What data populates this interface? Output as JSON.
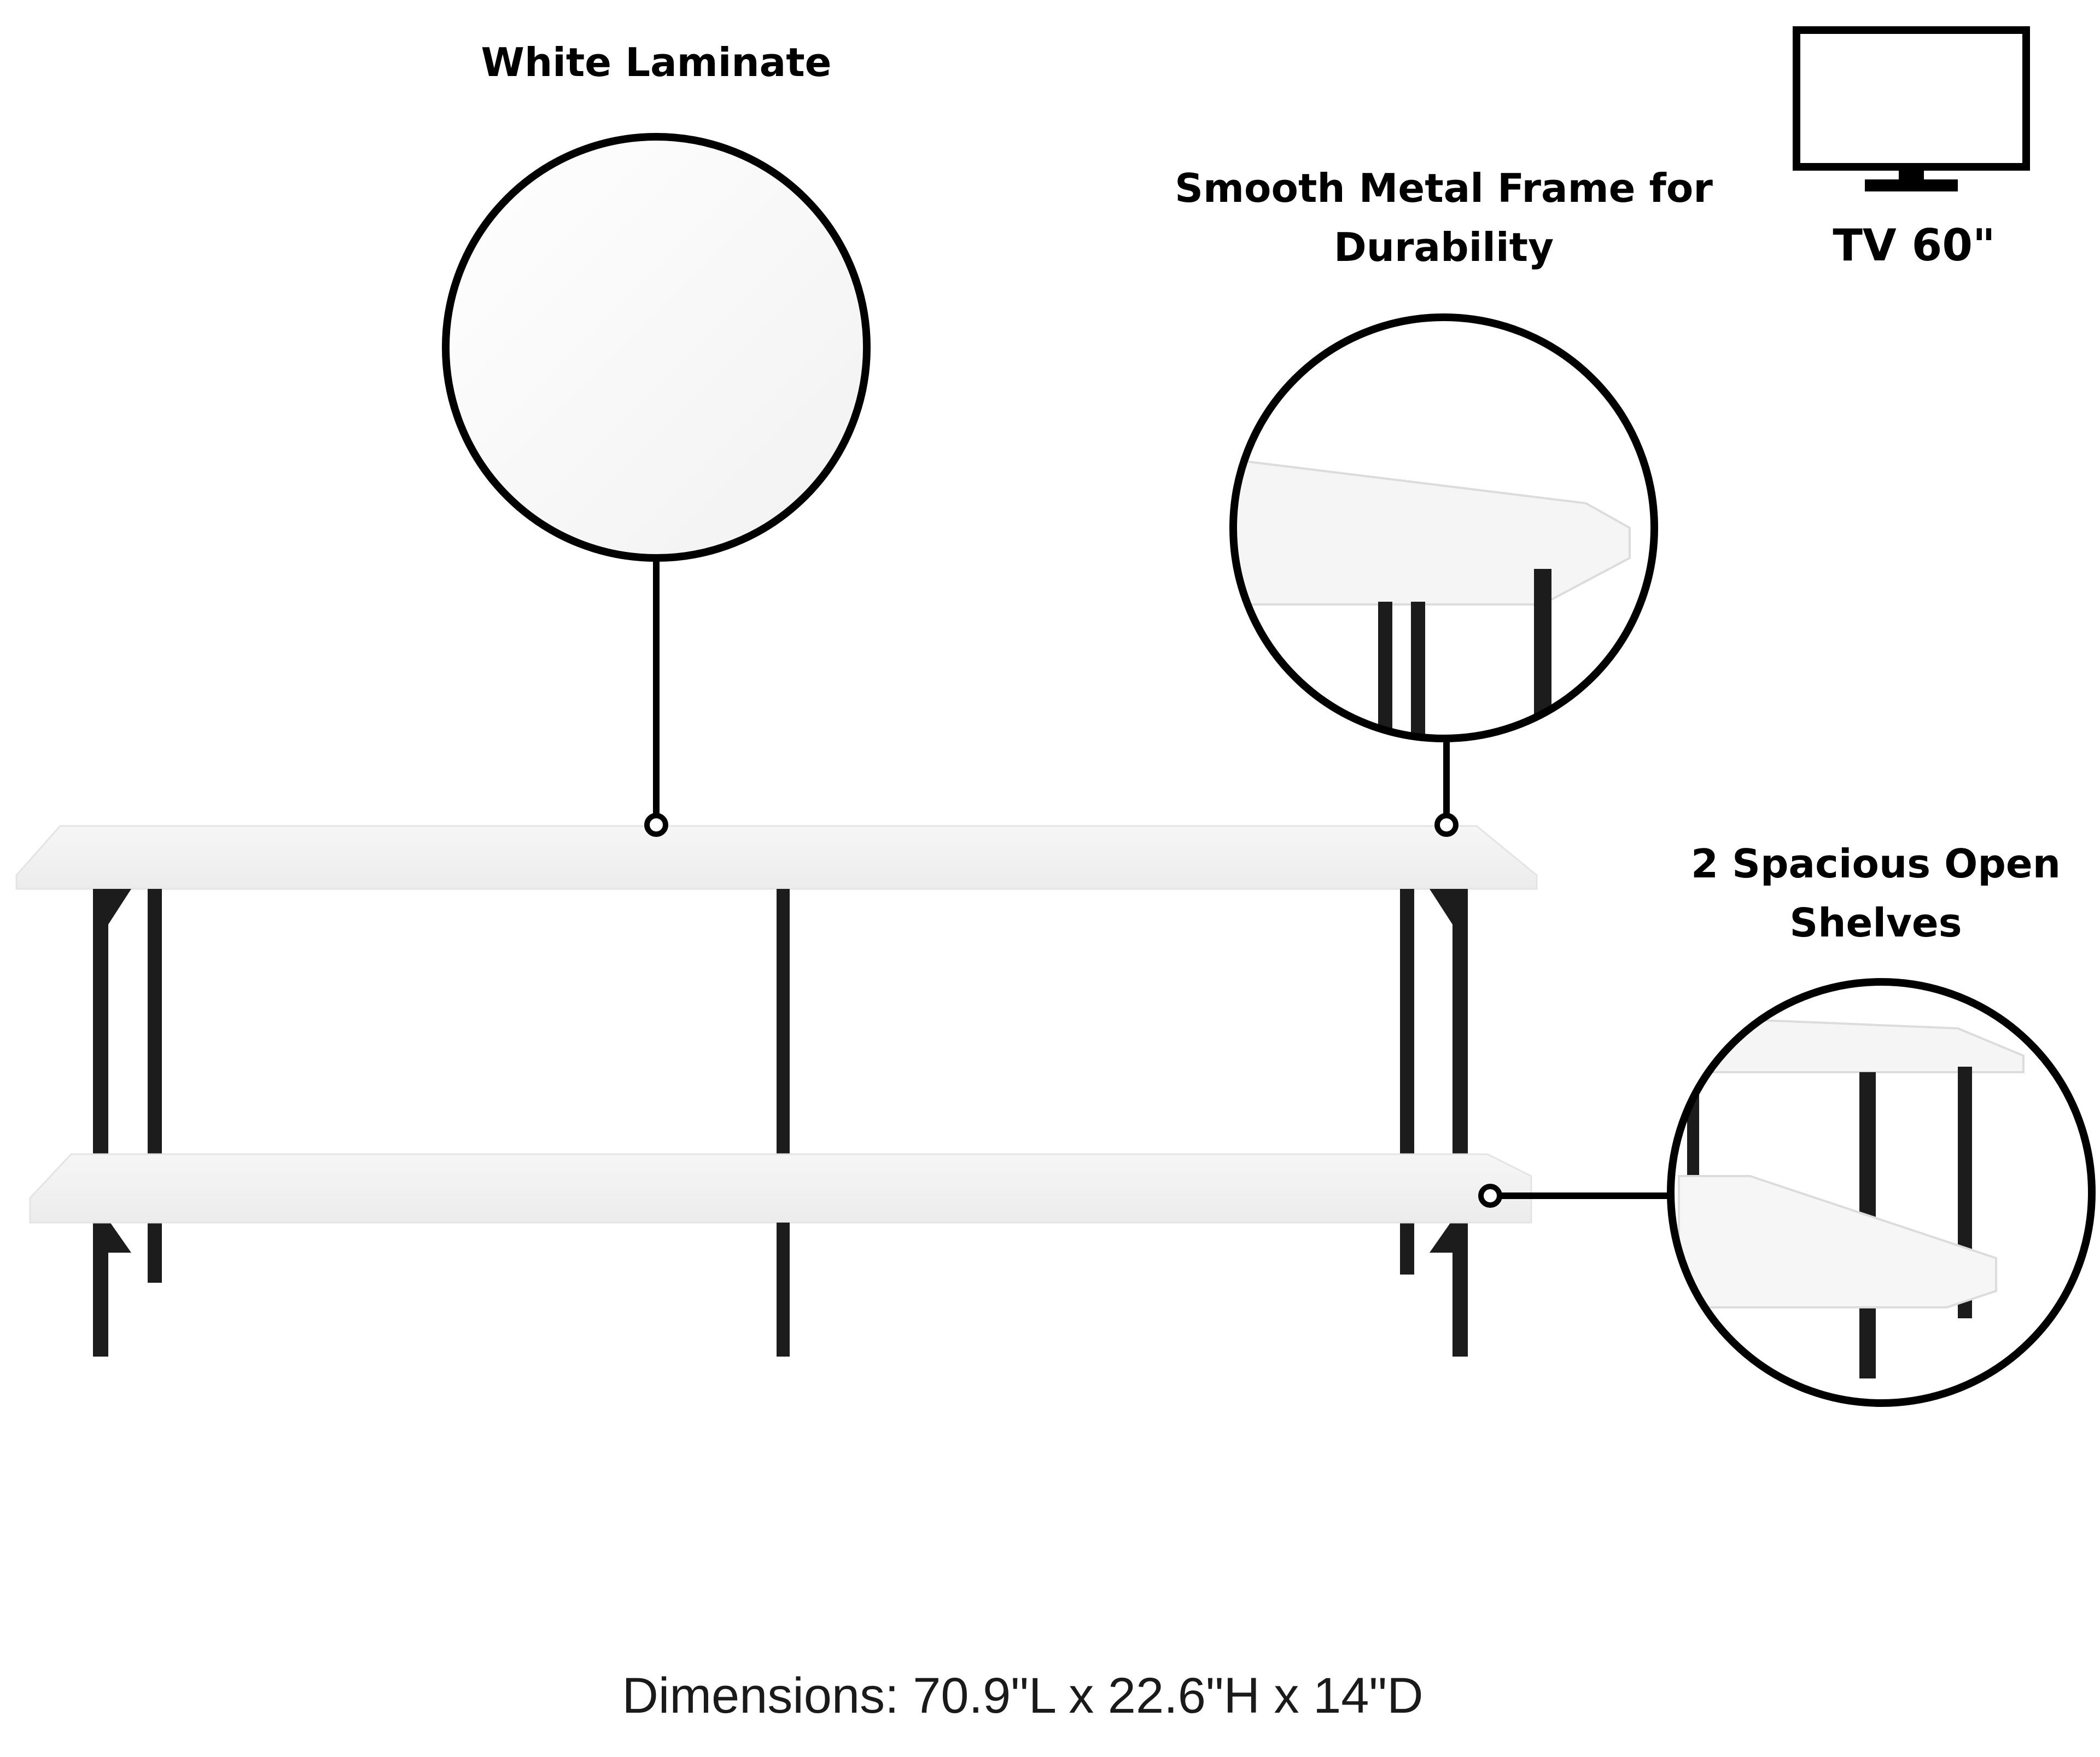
{
  "features": {
    "white_laminate": {
      "label": "White Laminate"
    },
    "metal_frame": {
      "line1": "Smooth Metal Frame for",
      "line2": "Durability"
    },
    "shelves": {
      "line1": "2 Spacious Open",
      "line2": "Shelves"
    },
    "tv": {
      "label": "TV 60\"",
      "icon": "tv-icon"
    }
  },
  "dimensions": "Dimensions: 70.9\"L x 22.6\"H x 14\"D",
  "colors": {
    "laminate": "#ffffff",
    "frame": "#1c1c1c",
    "callout_outline": "#000000",
    "text": "#000000"
  }
}
